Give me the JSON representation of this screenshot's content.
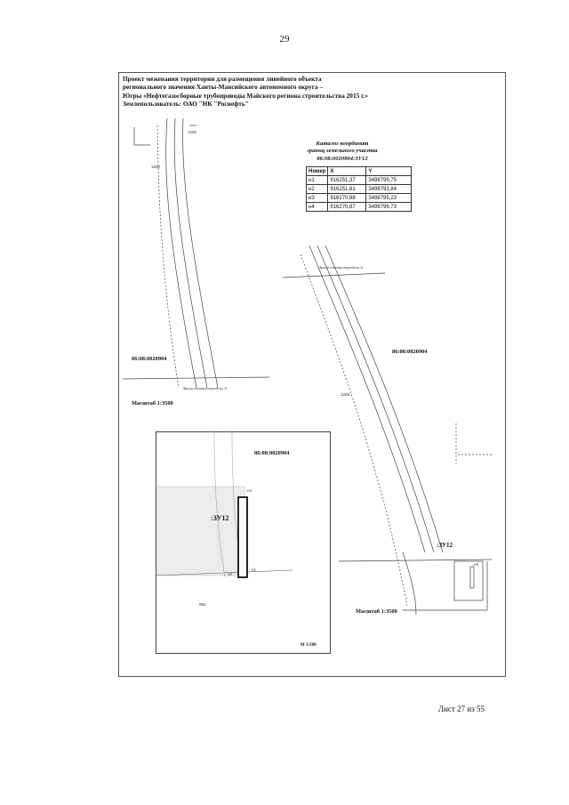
{
  "page_number": "29",
  "header": {
    "lines": [
      "Проект межевания территории для размещения линейного объекта",
      "регионального значения Ханты-Мансийского автономного округа –",
      "Югры «Нефтегазосборные трубопроводы Майского региона строительства 2015 г.»",
      "Землепользователь: ОАО \"НК \"Роснефть\""
    ]
  },
  "catalog": {
    "title_lines": [
      "Каталог координат",
      "границ земельного участка",
      "86:08:0020904:ЗУ12"
    ],
    "columns": [
      "Номер",
      "X",
      "Y"
    ],
    "rows": [
      [
        "н1",
        "916251,37",
        "3498795,75"
      ],
      [
        "н2",
        "916251,61",
        "3498793,84"
      ],
      [
        "н3",
        "916270,98",
        "3498795,23"
      ],
      [
        "н4",
        "916270,87",
        "3498796,73"
      ]
    ]
  },
  "map": {
    "cadastral_left": "86:08:0020904",
    "cadastral_right": "86:08:0020904",
    "cadastral_inset": "86:08:0020904",
    "scale_left": "Масштаб 1:3500",
    "scale_right": "Масштаб 1:3500",
    "scale_inset": "М 1:500",
    "plot_label": ":ЗУ12",
    "plot_label_inset": ":ЗУ12",
    "node_labels": [
      "н1",
      "н2",
      "н3",
      "н4"
    ],
    "road_label": "Линия электропередачи А",
    "elev_labels": [
      "1260",
      "1258",
      "982",
      "1250"
    ]
  },
  "footer": {
    "sheet": "Лист 27 из 55"
  }
}
